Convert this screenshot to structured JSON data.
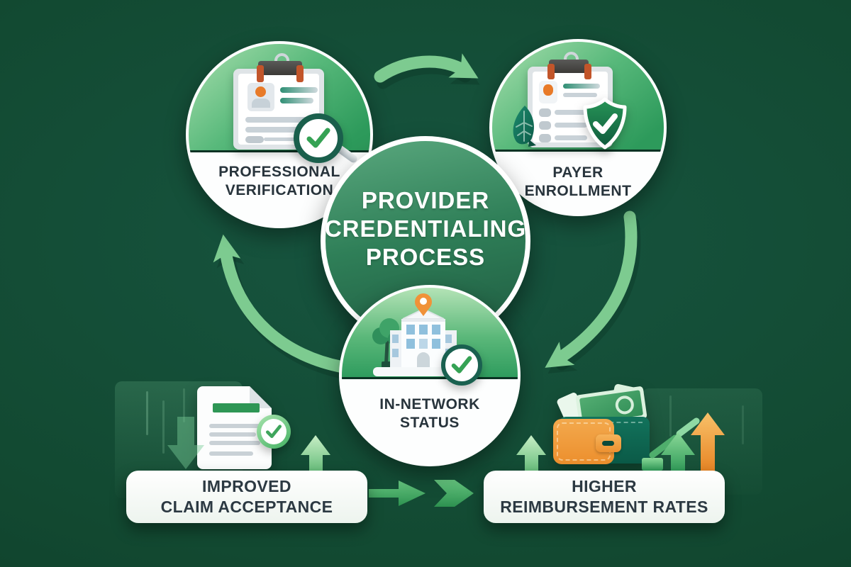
{
  "page": {
    "title": "Provider Credentialing Process"
  },
  "theme": {
    "background_green": "#124931",
    "circle_green_top": "#a9dfae",
    "circle_green_bottom": "#2d9a5b",
    "center_green": "#2f7f58",
    "arrow_green": "#7dcb90",
    "accent_orange": "#ee9a3a",
    "label_dark": "#28343c",
    "white": "#ffffff"
  },
  "center": {
    "title": "PROVIDER\nCREDENTIALING\nPROCESS"
  },
  "cycle": {
    "steps": [
      {
        "id": "professional-verification",
        "label": "PROFESSIONAL\nVERIFICATION",
        "icon": "clipboard-magnifier-check-icon"
      },
      {
        "id": "payer-enrollment",
        "label": "PAYER\nENROLLMENT",
        "icon": "clipboard-shield-check-icon"
      },
      {
        "id": "in-network-status",
        "label": "IN-NETWORK\nSTATUS",
        "icon": "hospital-location-check-icon"
      }
    ],
    "arrow_icon": "curved-cycle-arrow"
  },
  "outcomes": [
    {
      "id": "improved-claim-acceptance",
      "label": "IMPROVED\nCLAIM ACCEPTANCE",
      "icon": "document-check-icon"
    },
    {
      "id": "higher-reimbursement-rates",
      "label": "HIGHER\nREIMBURSEMENT RATES",
      "icon": "wallet-money-icon"
    }
  ],
  "decor_icons": [
    "down-arrow-icon",
    "up-arrow-icon",
    "growth-arrows-icon",
    "right-arrow-icon",
    "chevron-arrow-icon"
  ]
}
